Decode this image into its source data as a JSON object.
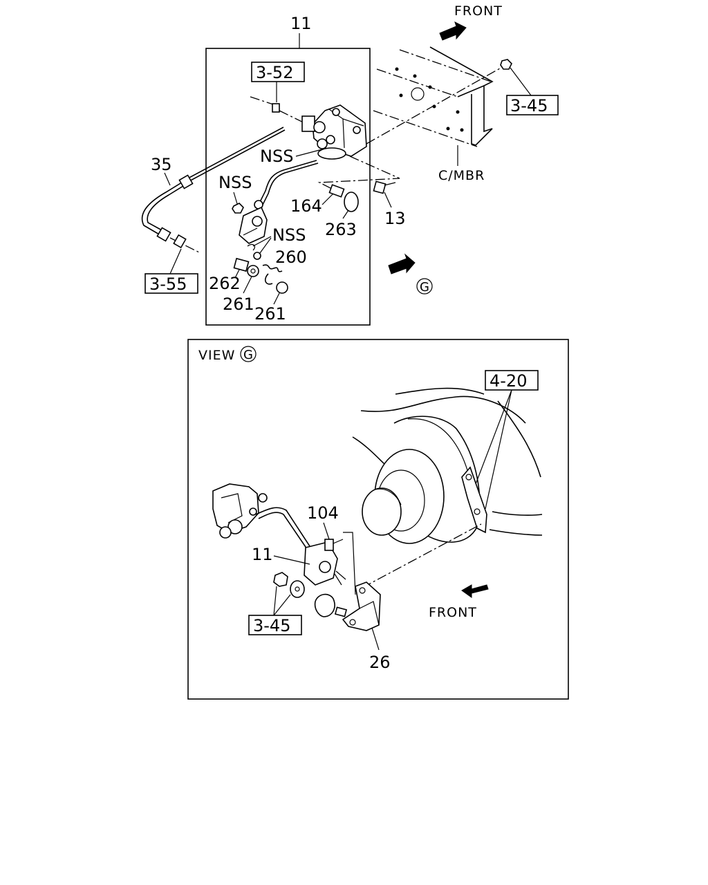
{
  "top_view": {
    "assembly_label": "11",
    "front_label": "FRONT",
    "crossmember_label": "C/MBR",
    "view_marker": "G",
    "refs": {
      "ref_3_52": "3-52",
      "ref_3_45": "3-45",
      "ref_3_55": "3-55"
    },
    "parts": {
      "p35": "35",
      "nss_1": "NSS",
      "nss_2": "NSS",
      "nss_3": "NSS",
      "p164": "164",
      "p263": "263",
      "p13": "13",
      "p260": "260",
      "p262": "262",
      "p261_a": "261",
      "p261_b": "261"
    }
  },
  "detail_view": {
    "title": "VIEW",
    "view_marker": "G",
    "front_label": "FRONT",
    "refs": {
      "ref_4_20": "4-20",
      "ref_3_45": "3-45"
    },
    "parts": {
      "p104": "104",
      "p11": "11",
      "p26": "26"
    }
  }
}
